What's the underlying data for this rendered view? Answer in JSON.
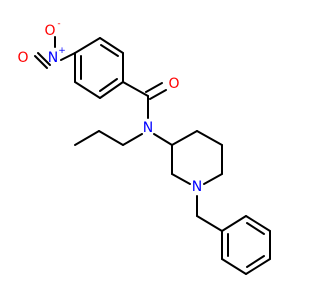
{
  "colors": {
    "bond": "#000000",
    "oxygen": "#ff0000",
    "nitrogen": "#0000ff",
    "background": "#ffffff"
  },
  "labels": {
    "nitro_o_upper": "O",
    "nitro_o_lower": "O",
    "nitro_n": "N",
    "nitro_n_charge": "+",
    "nitro_o_charge": "-",
    "carbonyl_o": "O",
    "amide_n": "N",
    "piperidine_n": "N"
  }
}
